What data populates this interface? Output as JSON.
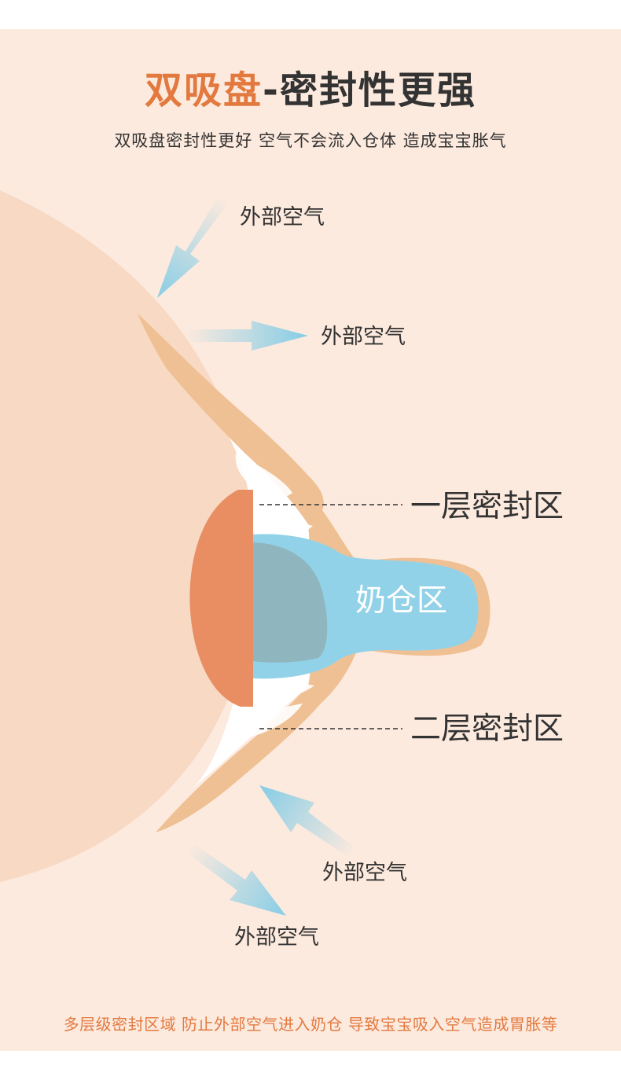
{
  "title": {
    "accent": "双吸盘",
    "rest": "-密封性更强"
  },
  "subtitle": "双吸盘密封性更好 空气不会流入仓体 造成宝宝胀气",
  "labels": {
    "air_1": "外部空气",
    "air_2": "外部空气",
    "air_3": "外部空气",
    "air_4": "外部空气",
    "seal_1": "一层密封区",
    "seal_2": "二层密封区",
    "milk_chamber": "奶仓区"
  },
  "footer": "多层级密封区域 防止外部空气进入奶仓 导致宝宝吸入空气造成胃胀等",
  "colors": {
    "background": "#fdeade",
    "breast": "#f7d9c4",
    "areola": "#e88e62",
    "flange": "#efc094",
    "milk": "#92d2e8",
    "arrow": "#86cde6",
    "accent": "#e27a40"
  }
}
